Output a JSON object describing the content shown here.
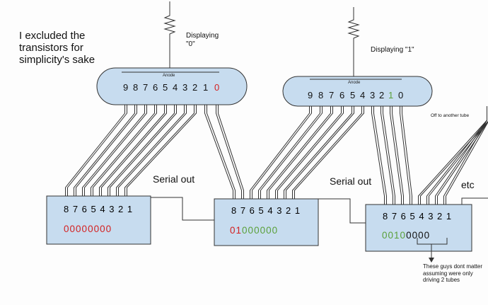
{
  "notes": {
    "excluded": "I excluded the transistors for simplicity's sake",
    "display_zero": "Displaying \"0\"",
    "display_one": "Displaying \"1\"",
    "off_to_tube": "Off to another tube",
    "etc": "etc",
    "dont_matter": "These guys dont matter assuming were only driving 2 tubes"
  },
  "serial_labels": [
    "Serial out",
    "Serial out"
  ],
  "tubes": [
    {
      "anode": "Anode",
      "digits": [
        "9",
        "8",
        "7",
        "6",
        "5",
        "4",
        "3",
        "2",
        "1",
        "0"
      ],
      "lit_digit": "0",
      "lit_color": "#d42020"
    },
    {
      "anode": "Anode",
      "digits": [
        "9",
        "8",
        "7",
        "6",
        "5",
        "4",
        "3",
        "2",
        "1",
        "0"
      ],
      "lit_digit": "1",
      "lit_color": "#5aa03a"
    }
  ],
  "registers": [
    {
      "pins": "8 7 6 5 4 3 2 1",
      "bits": [
        {
          "v": "0",
          "c": "red"
        },
        {
          "v": "0",
          "c": "red"
        },
        {
          "v": "0",
          "c": "red"
        },
        {
          "v": "0",
          "c": "red"
        },
        {
          "v": "0",
          "c": "red"
        },
        {
          "v": "0",
          "c": "red"
        },
        {
          "v": "0",
          "c": "red"
        },
        {
          "v": "0",
          "c": "red"
        }
      ]
    },
    {
      "pins": "8 7 6 5 4 3 2 1",
      "bits": [
        {
          "v": "0",
          "c": "red"
        },
        {
          "v": "1",
          "c": "red"
        },
        {
          "v": "0",
          "c": "green"
        },
        {
          "v": "0",
          "c": "green"
        },
        {
          "v": "0",
          "c": "green"
        },
        {
          "v": "0",
          "c": "green"
        },
        {
          "v": "0",
          "c": "green"
        },
        {
          "v": "0",
          "c": "green"
        }
      ]
    },
    {
      "pins": "8 7 6 5 4 3 2 1",
      "bits": [
        {
          "v": "0",
          "c": "green"
        },
        {
          "v": "0",
          "c": "green"
        },
        {
          "v": "1",
          "c": "green"
        },
        {
          "v": "0",
          "c": "green"
        },
        {
          "v": "0",
          "c": "black"
        },
        {
          "v": "0",
          "c": "black"
        },
        {
          "v": "0",
          "c": "black"
        },
        {
          "v": "0",
          "c": "black"
        }
      ]
    }
  ],
  "colors": {
    "fill": "#c7dcef",
    "stroke": "#333333",
    "red": "#d42020",
    "green": "#5aa03a"
  }
}
